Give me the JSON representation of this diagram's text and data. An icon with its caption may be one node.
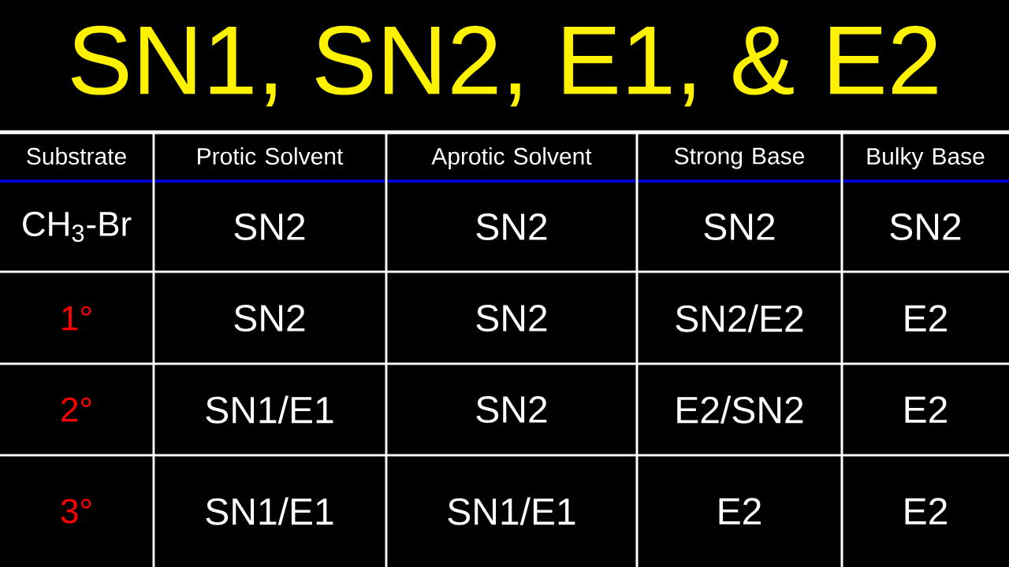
{
  "diagram": {
    "title": "SN1, SN2, E1, & E2",
    "labels": [
      "Substrate",
      "Protic Solvent",
      "Aprotic Solvent",
      "Strong Base",
      "Bulky Base",
      "CH$_{3}$-Br",
      "SN2",
      "SN2",
      "SN2",
      "SN2",
      "1°",
      "SN2",
      "SN2",
      "SN2/E2",
      "E2",
      "2°",
      "SN1/E1",
      "SN2",
      "E2/SN2",
      "E2",
      "3°",
      "SN1/E1",
      "SN1/E1",
      "E2",
      "E2"
    ]
  }
}
